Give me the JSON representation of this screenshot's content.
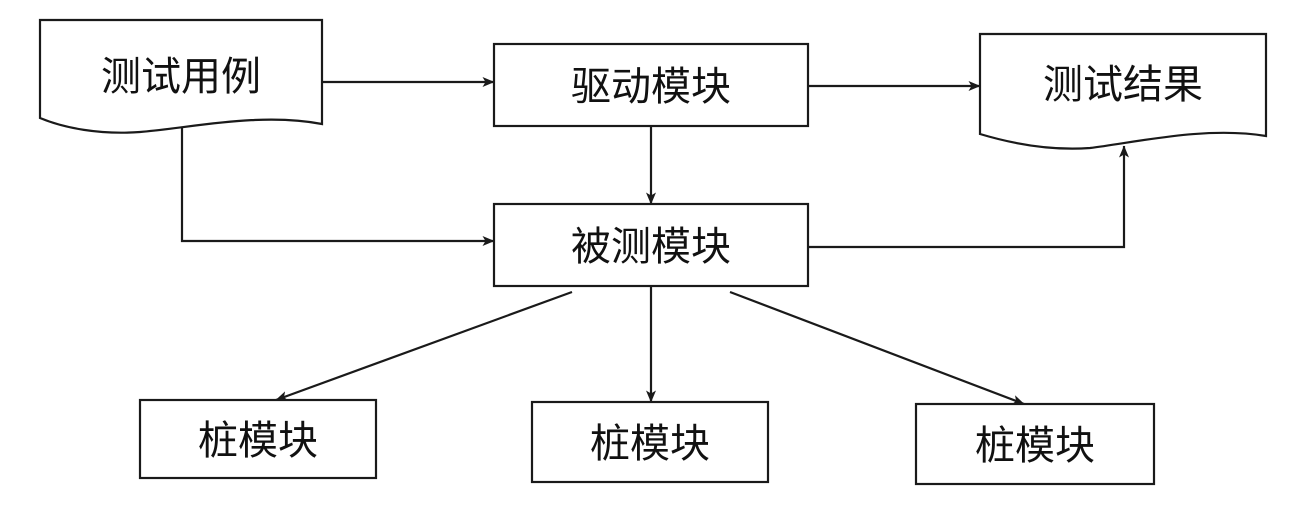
{
  "diagram": {
    "nodes": {
      "test_cases": "测试用例",
      "driver": "驱动模块",
      "results": "测试结果",
      "module_under_test": "被测模块",
      "stub_left": "桩模块",
      "stub_center": "桩模块",
      "stub_right": "桩模块"
    },
    "edges": [
      {
        "from": "test_cases",
        "to": "driver"
      },
      {
        "from": "driver",
        "to": "results"
      },
      {
        "from": "driver",
        "to": "module_under_test"
      },
      {
        "from": "test_cases",
        "to": "module_under_test"
      },
      {
        "from": "module_under_test",
        "to": "results"
      },
      {
        "from": "module_under_test",
        "to": "stub_left"
      },
      {
        "from": "module_under_test",
        "to": "stub_center"
      },
      {
        "from": "module_under_test",
        "to": "stub_right"
      }
    ]
  }
}
